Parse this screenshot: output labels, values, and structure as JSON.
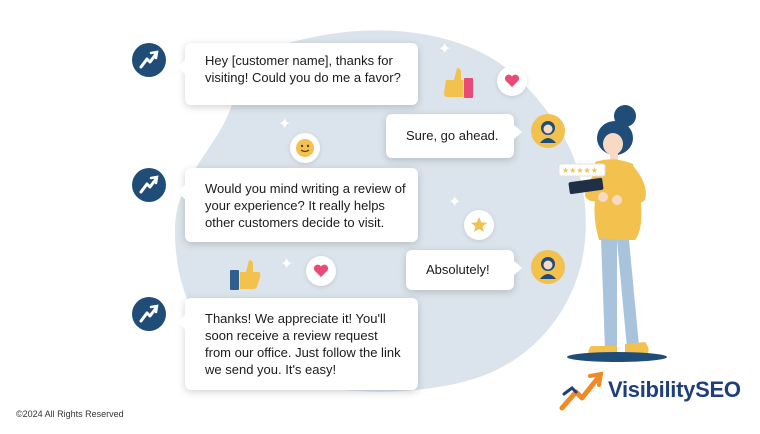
{
  "messages": [
    {
      "text": "Hey [customer name], thanks for visiting! Could you do me a favor?"
    },
    {
      "text": "Sure, go ahead."
    },
    {
      "text": "Would you mind writing a review of your experience? It really helps other customers decide to visit."
    },
    {
      "text": "Absolutely!"
    },
    {
      "text": "Thanks! We appreciate it! You'll soon receive a review request from our office. Just follow the link we send you. It's easy!"
    }
  ],
  "footer": {
    "copyright": "©2024 All Rights Reserved"
  },
  "logo": {
    "text": "VisibilitySEO"
  },
  "icons": {
    "brand_avatar": "visibilityseo-arrow-icon",
    "user_avatar": "woman-avatar-icon",
    "heart": "heart-icon",
    "thumbs_up": "thumbs-up-icon",
    "smiley": "smiley-icon",
    "star": "star-icon",
    "sparkle": "sparkle-icon"
  },
  "colors": {
    "brand_navy": "#1f4d78",
    "blob": "#dbe3ec",
    "accent_yellow": "#f2c14e",
    "heart_pink": "#e84b77",
    "logo_orange": "#f08a24"
  }
}
